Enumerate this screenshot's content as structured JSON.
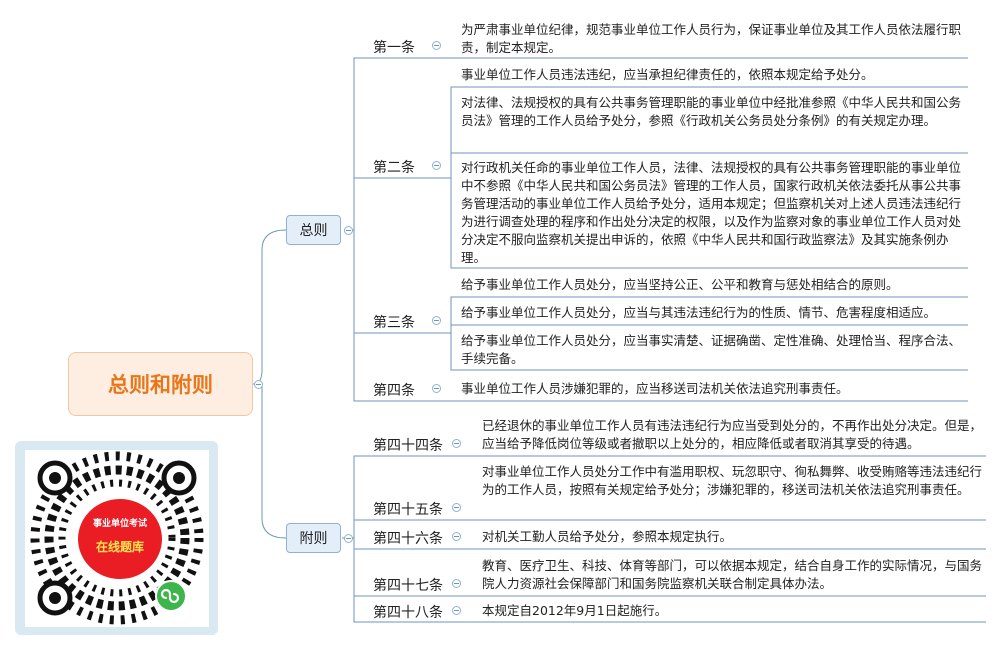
{
  "root": {
    "label": "总则和附则"
  },
  "topics": {
    "general": {
      "label": "总则"
    },
    "supplementary": {
      "label": "附则"
    }
  },
  "articles": {
    "a1": {
      "label": "第一条",
      "leaves": [
        "为严肃事业单位纪律，规范事业单位工作人员行为，保证事业单位及其工作人员依法履行职责，制定本规定。"
      ]
    },
    "a2": {
      "label": "第二条",
      "leaves": [
        "事业单位工作人员违法违纪，应当承担纪律责任的，依照本规定给予处分。",
        "对法律、法规授权的具有公共事务管理职能的事业单位中经批准参照《中华人民共和国公务员法》管理的工作人员给予处分，参照《行政机关公务员处分条例》的有关规定办理。",
        "对行政机关任命的事业单位工作人员，法律、法规授权的具有公共事务管理职能的事业单位中不参照《中华人民共和国公务员法》管理的工作人员，国家行政机关依法委托从事公共事务管理活动的事业单位工作人员给予处分，适用本规定；但监察机关对上述人员违法违纪行为进行调查处理的程序和作出处分决定的权限，以及作为监察对象的事业单位工作人员对处分决定不服向监察机关提出申诉的，依照《中华人民共和国行政监察法》及其实施条例办理。"
      ]
    },
    "a3": {
      "label": "第三条",
      "leaves": [
        "给予事业单位工作人员处分，应当坚持公正、公平和教育与惩处相结合的原则。",
        "给予事业单位工作人员处分，应当与其违法违纪行为的性质、情节、危害程度相适应。",
        "给予事业单位工作人员处分，应当事实清楚、证据确凿、定性准确、处理恰当、程序合法、手续完备。"
      ]
    },
    "a4": {
      "label": "第四条",
      "leaves": [
        "事业单位工作人员涉嫌犯罪的，应当移送司法机关依法追究刑事责任。"
      ]
    },
    "a44": {
      "label": "第四十四条",
      "leaves": [
        "已经退休的事业单位工作人员有违法违纪行为应当受到处分的，不再作出处分决定。但是，应当给予降低岗位等级或者撤职以上处分的，相应降低或者取消其享受的待遇。"
      ]
    },
    "a45": {
      "label": "第四十五条",
      "leaves": [
        "对事业单位工作人员处分工作中有滥用职权、玩忽职守、徇私舞弊、收受贿赂等违法违纪行为的工作人员，按照有关规定给予处分；涉嫌犯罪的，移送司法机关依法追究刑事责任。"
      ]
    },
    "a46": {
      "label": "第四十六条",
      "leaves": [
        "对机关工勤人员给予处分，参照本规定执行。"
      ]
    },
    "a47": {
      "label": "第四十七条",
      "leaves": [
        "教育、医疗卫生、科技、体育等部门，可以依据本规定，结合自身工作的实际情况，与国务院人力资源社会保障部门和国务院监察机关联合制定具体办法。"
      ]
    },
    "a48": {
      "label": "第四十八条",
      "leaves": [
        "本规定自2012年9月1日起施行。"
      ]
    }
  },
  "qr": {
    "line1": "事业单位考试",
    "line2": "在线题库"
  },
  "colors": {
    "line": "#6f93bd",
    "root_text": "#e8771b",
    "qr_red": "#ea1d25",
    "qr_frame": "#d9e9f1"
  }
}
